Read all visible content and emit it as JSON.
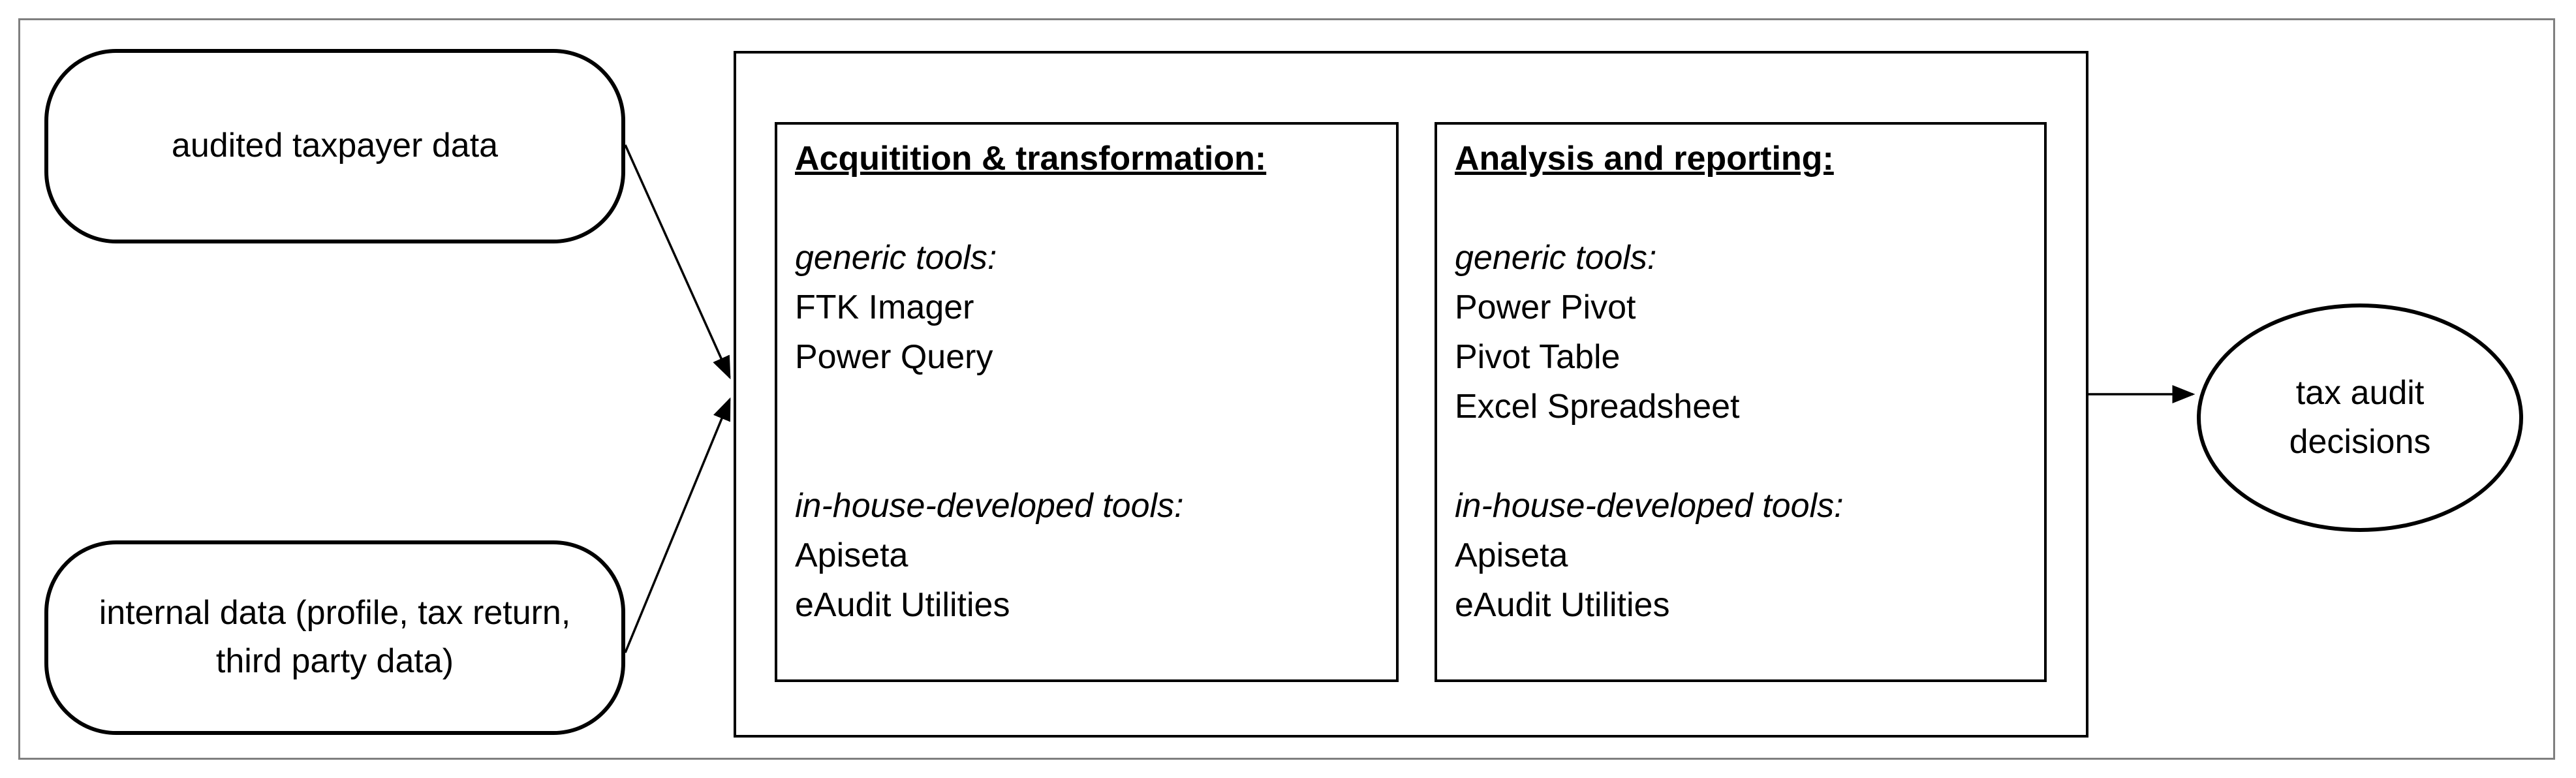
{
  "inputs": {
    "audited_taxpayer_data": "audited taxpayer data",
    "internal_data": "internal data (profile, tax return, third party data)"
  },
  "panels": {
    "acquisition": {
      "heading": "Acquitition & transformation:",
      "generic_label": "generic tools:",
      "generic_tools": [
        "FTK Imager",
        "Power Query"
      ],
      "inhouse_label": "in-house-developed tools:",
      "inhouse_tools": [
        "Apiseta",
        "eAudit Utilities"
      ]
    },
    "analysis": {
      "heading": "Analysis and reporting:",
      "generic_label": "generic tools:",
      "generic_tools": [
        "Power Pivot",
        "Pivot Table",
        "Excel Spreadsheet"
      ],
      "inhouse_label": "in-house-developed tools:",
      "inhouse_tools": [
        "Apiseta",
        "eAudit Utilities"
      ]
    }
  },
  "output": {
    "label": "tax audit decisions"
  }
}
